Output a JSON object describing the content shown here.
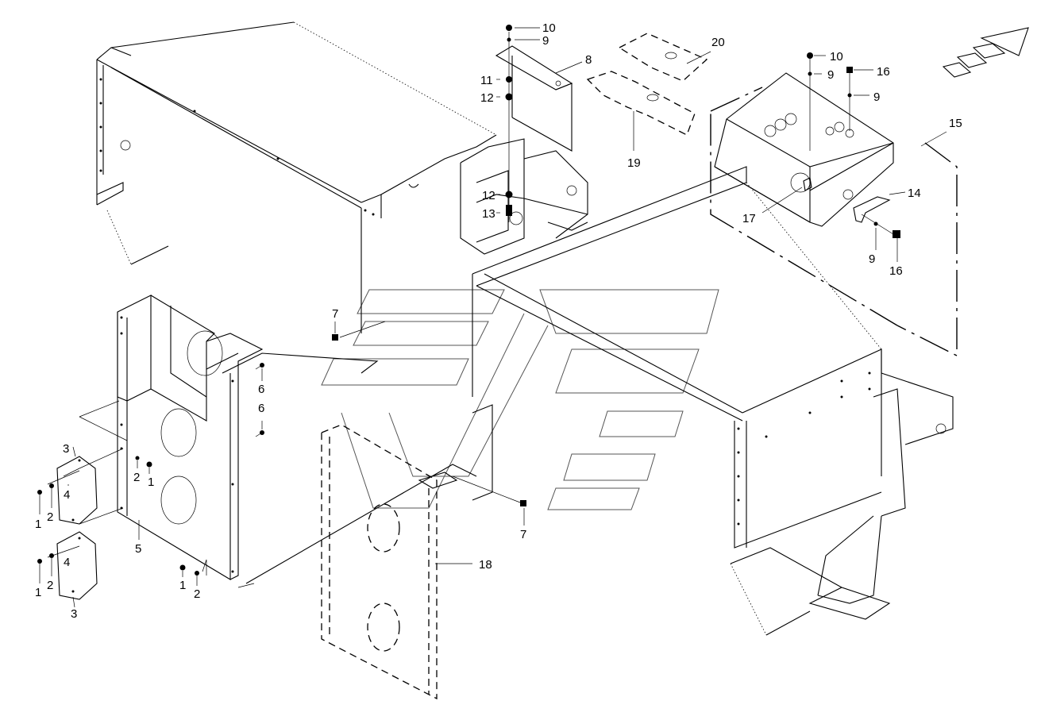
{
  "callouts": {
    "c1a": "1",
    "c1b": "1",
    "c1c": "1",
    "c1d": "1",
    "c2a": "2",
    "c2b": "2",
    "c2c": "2",
    "c2d": "2",
    "c3a": "3",
    "c3b": "3",
    "c4a": "4",
    "c4b": "4",
    "c5": "5",
    "c6a": "6",
    "c6b": "6",
    "c7a": "7",
    "c7b": "7",
    "c8": "8",
    "c9a": "9",
    "c9b": "9",
    "c9c": "9",
    "c9d": "9",
    "c10a": "10",
    "c10b": "10",
    "c11": "11",
    "c12a": "12",
    "c12b": "12",
    "c13": "13",
    "c14": "14",
    "c15": "15",
    "c16a": "16",
    "c16b": "16",
    "c17": "17",
    "c18": "18",
    "c19": "19",
    "c20": "20"
  },
  "icons": {
    "direction_arrow": "direction-arrow-icon"
  }
}
